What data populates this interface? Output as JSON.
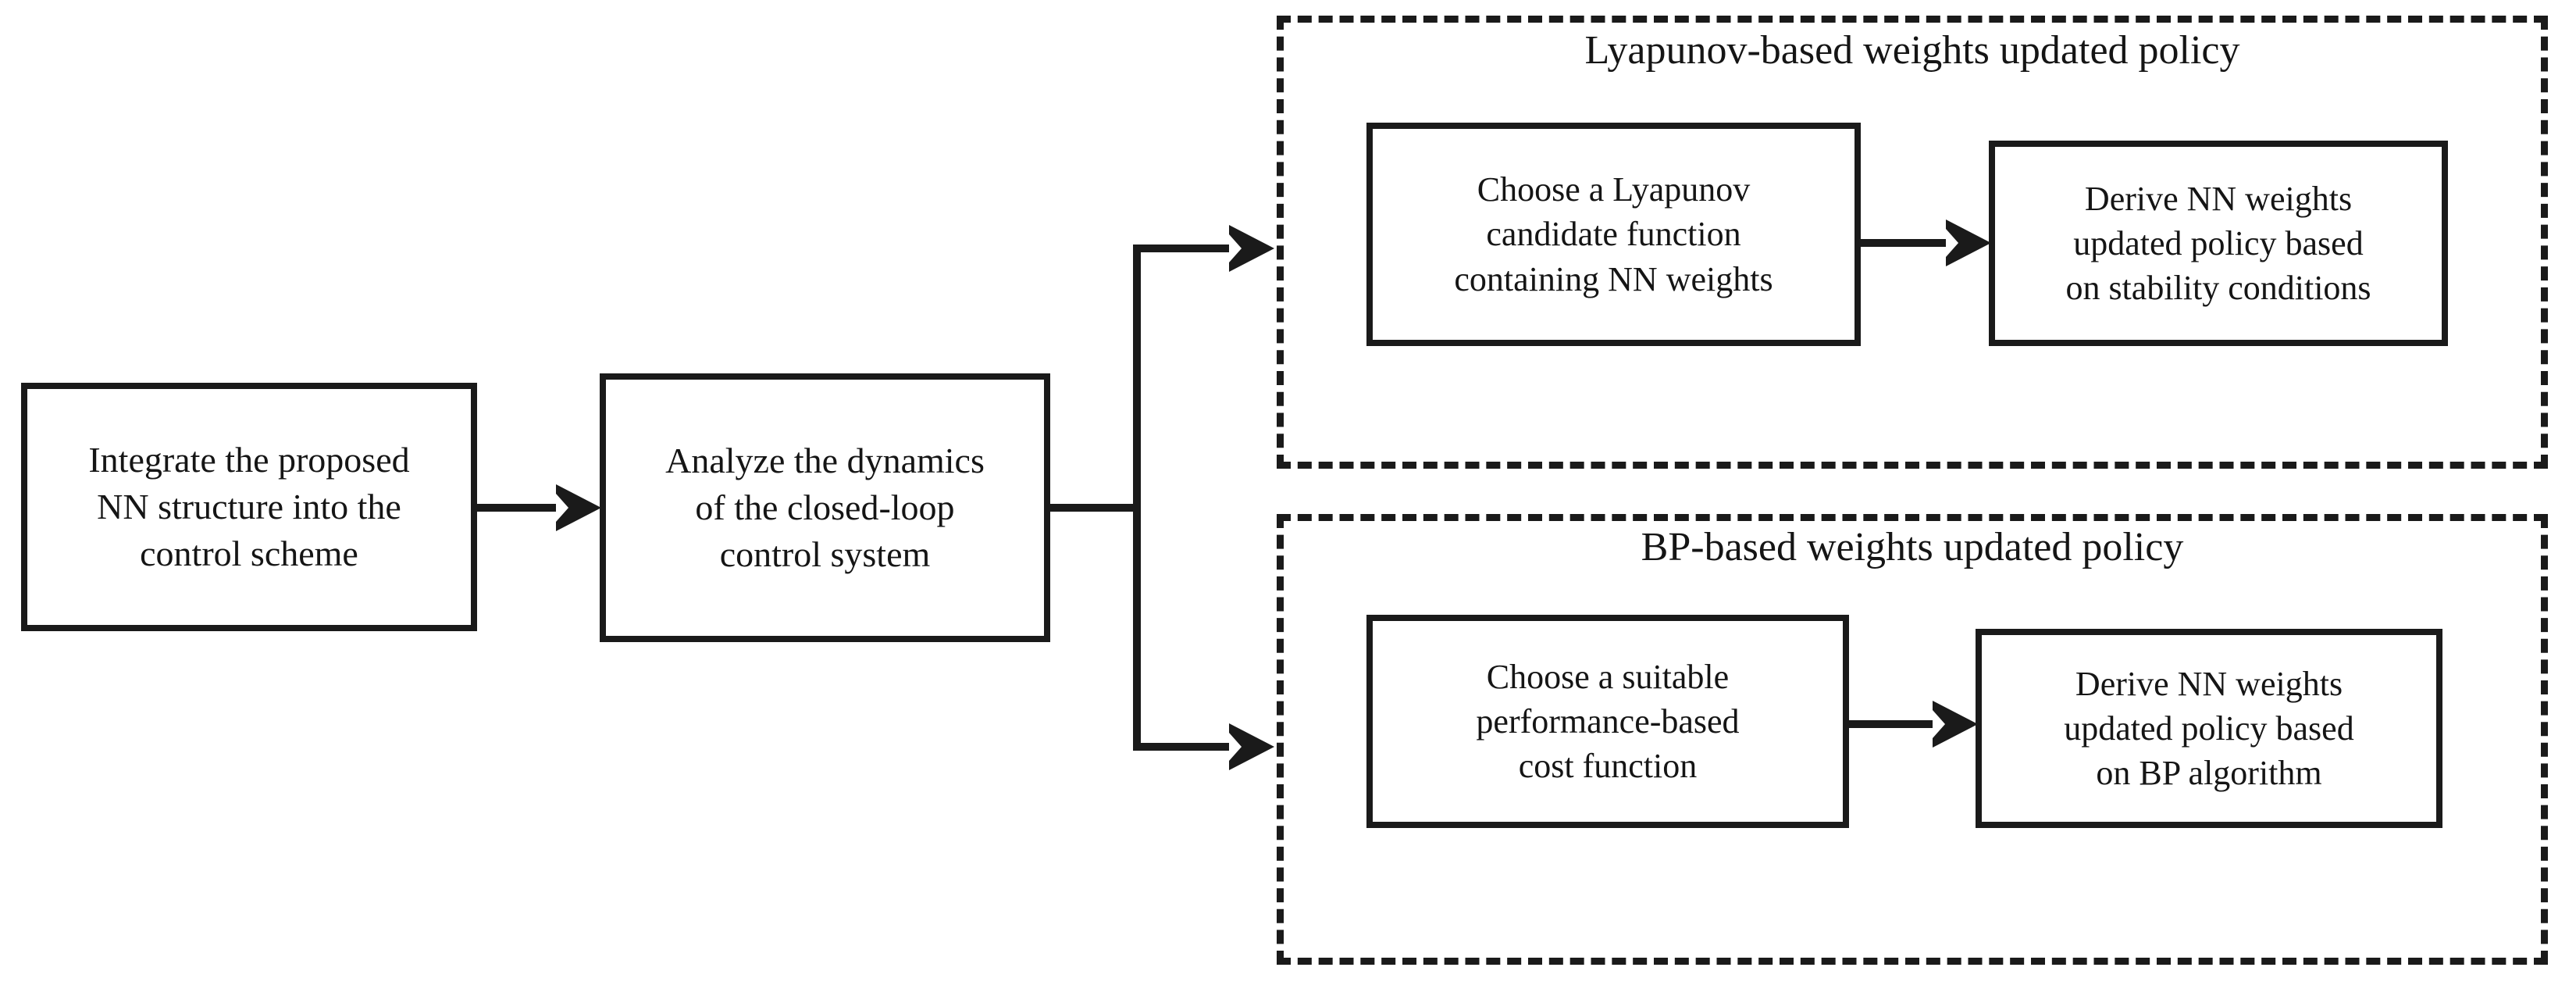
{
  "diagram": {
    "type": "flowchart",
    "background": "#ffffff",
    "line_color": "#1a1a1a",
    "nodes": {
      "integrate": {
        "label": "Integrate the proposed\nNN structure into the\ncontrol scheme"
      },
      "analyze": {
        "label": "Analyze the dynamics\nof the closed-loop\ncontrol system"
      },
      "choose_lyapunov": {
        "label": "Choose a Lyapunov\ncandidate function\ncontaining NN weights"
      },
      "derive_stability": {
        "label": "Derive NN weights\nupdated policy based\non stability conditions"
      },
      "choose_cost": {
        "label": "Choose a suitable\nperformance-based\ncost function"
      },
      "derive_bp": {
        "label": "Derive NN weights\nupdated policy based\non BP algorithm"
      }
    },
    "groups": {
      "lyapunov": {
        "title": "Lyapunov-based weights updated policy"
      },
      "bp": {
        "title": "BP-based weights updated policy"
      }
    },
    "connectors": [
      {
        "from": "integrate",
        "to": "analyze",
        "style": "arrow"
      },
      {
        "from": "analyze",
        "to": "lyapunov",
        "style": "branch-arrow"
      },
      {
        "from": "analyze",
        "to": "bp",
        "style": "branch-arrow"
      },
      {
        "from": "choose_lyapunov",
        "to": "derive_stability",
        "style": "arrow"
      },
      {
        "from": "choose_cost",
        "to": "derive_bp",
        "style": "arrow"
      }
    ]
  }
}
